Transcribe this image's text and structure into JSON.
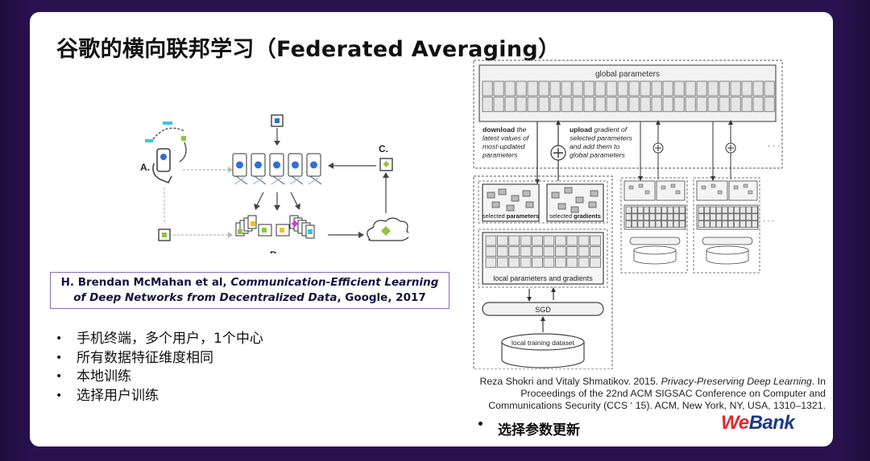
{
  "title": "谷歌的横向联邦学习（Federated Averaging）",
  "fig1": {
    "label_a": "A.",
    "label_b": "B.",
    "label_c": "C."
  },
  "citation": {
    "authors": "H. Brendan McMahan et al, ",
    "title_line1": "Communication-Efficient Learning",
    "title_line2": "of Deep Networks from Decentralized Data",
    "venue": ", Google, 2017"
  },
  "bullets": [
    "手机终端，多个用户，1个中心",
    "所有数据特征维度相同",
    "本地训练",
    "选择用户训练"
  ],
  "fig2": {
    "global_parameters": "global parameters",
    "download_bold": "download",
    "download_rest1": " the",
    "download_rest2": "latest values of",
    "download_rest3": "most-updated",
    "download_rest4": "parameters",
    "upload_bold": "upload",
    "upload_rest1": " gradient of",
    "upload_rest2": "selected parameters",
    "upload_rest3": "and add them to",
    "upload_rest4": "global parameters",
    "selected_prefix": "selected ",
    "parameters_bold": "parameters",
    "gradients_bold": "gradients",
    "local_params": "local parameters and gradients",
    "sgd": "SGD",
    "dataset": "local training dataset",
    "ellipsis": "· · ·"
  },
  "reference": {
    "line1_pre": "Reza Shokri and Vitaly Shmatikov. 2015. ",
    "line1_it": "Privacy-Preserving Deep Learning",
    "line1_post": ". In",
    "line2": "Proceedings of the 22nd ACM SIGSAC Conference on Computer and",
    "line3": "Communications Security (CCS ‘ 15). ACM, New York, NY, USA, 1310–1321."
  },
  "bottom_bullet": "选择参数更新",
  "logo": {
    "we": "We",
    "bank": "Bank"
  },
  "colors": {
    "frame": "#2a1250",
    "accent_border": "#8a6bb8",
    "logo_red": "#e3262e",
    "logo_blue": "#1d3a8a",
    "fig_blue": "#2f6fd6",
    "fig_green": "#8cc63f",
    "fig_yellow": "#f4c20d",
    "fig_magenta": "#d23bd6",
    "fig_cyan": "#38c6d9"
  }
}
